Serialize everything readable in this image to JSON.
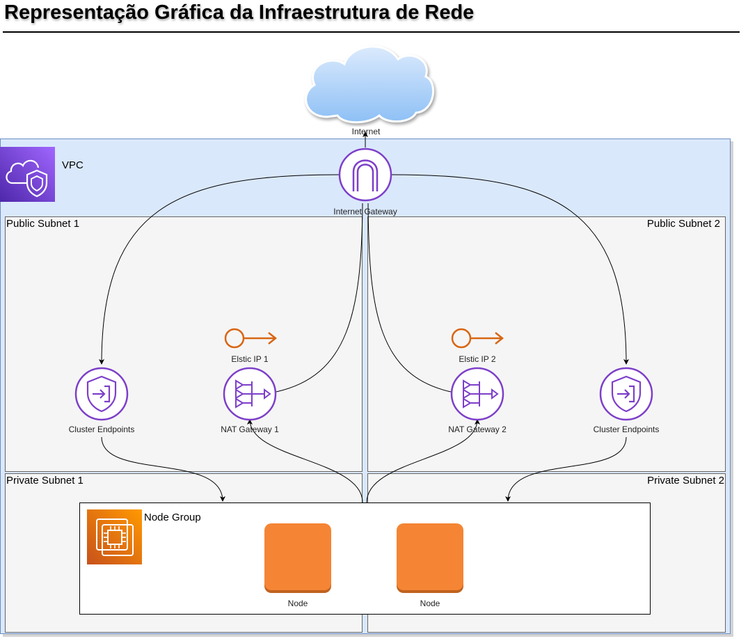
{
  "title": "Representação Gráfica da Infraestrutura de Rede",
  "internet": {
    "label": "Internet"
  },
  "vpc": {
    "label": "VPC"
  },
  "internet_gateway": {
    "label": "Internet Gateway"
  },
  "subnets": {
    "public_1": "Public Subnet 1",
    "public_2": "Public Subnet 2",
    "private_1": "Private Subnet 1",
    "private_2": "Private Subnet 2"
  },
  "elastic_ips": [
    "Elstic IP 1",
    "Elstic IP 2"
  ],
  "nat_gateways": [
    "NAT Gateway 1",
    "NAT Gateway 2"
  ],
  "cluster_endpoints": [
    "Cluster Endpoints",
    "Cluster Endpoints"
  ],
  "node_group": {
    "label": "Node Group"
  },
  "nodes": [
    "Node",
    "Node"
  ],
  "colors": {
    "vpc_fill": "#dae8fc",
    "subnet_fill": "#f5f5f5",
    "purple": "#8c4fff",
    "orange": "#d86613",
    "node_orange": "#f58534"
  }
}
